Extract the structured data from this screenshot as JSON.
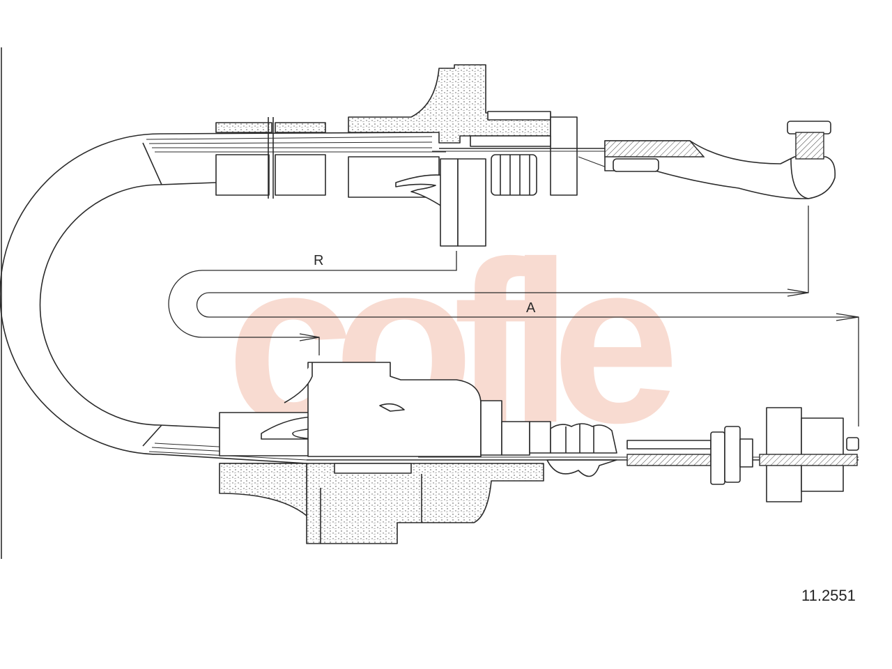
{
  "watermark": {
    "text": "cofle",
    "color": "#f6cfc2"
  },
  "labels": {
    "r": "R",
    "a": "A"
  },
  "part_number": "11.2551"
}
